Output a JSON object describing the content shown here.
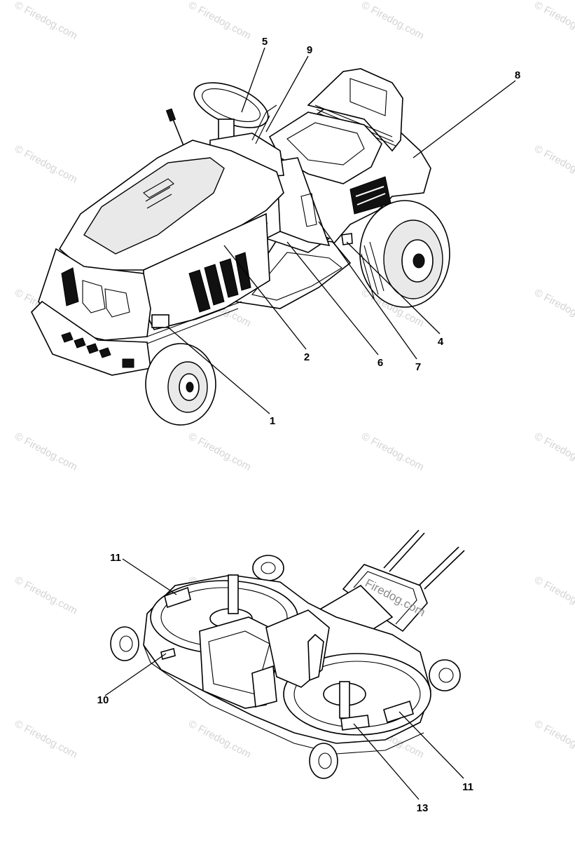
{
  "watermark": {
    "text": "Firedog.com",
    "copyright_symbol": "©"
  },
  "tractor": {
    "callouts": [
      "5",
      "9",
      "8",
      "2",
      "6",
      "7",
      "4",
      "1"
    ]
  },
  "deck": {
    "callouts": [
      "11",
      "10",
      "11",
      "13"
    ],
    "center_watermark": "Firedog.com"
  }
}
